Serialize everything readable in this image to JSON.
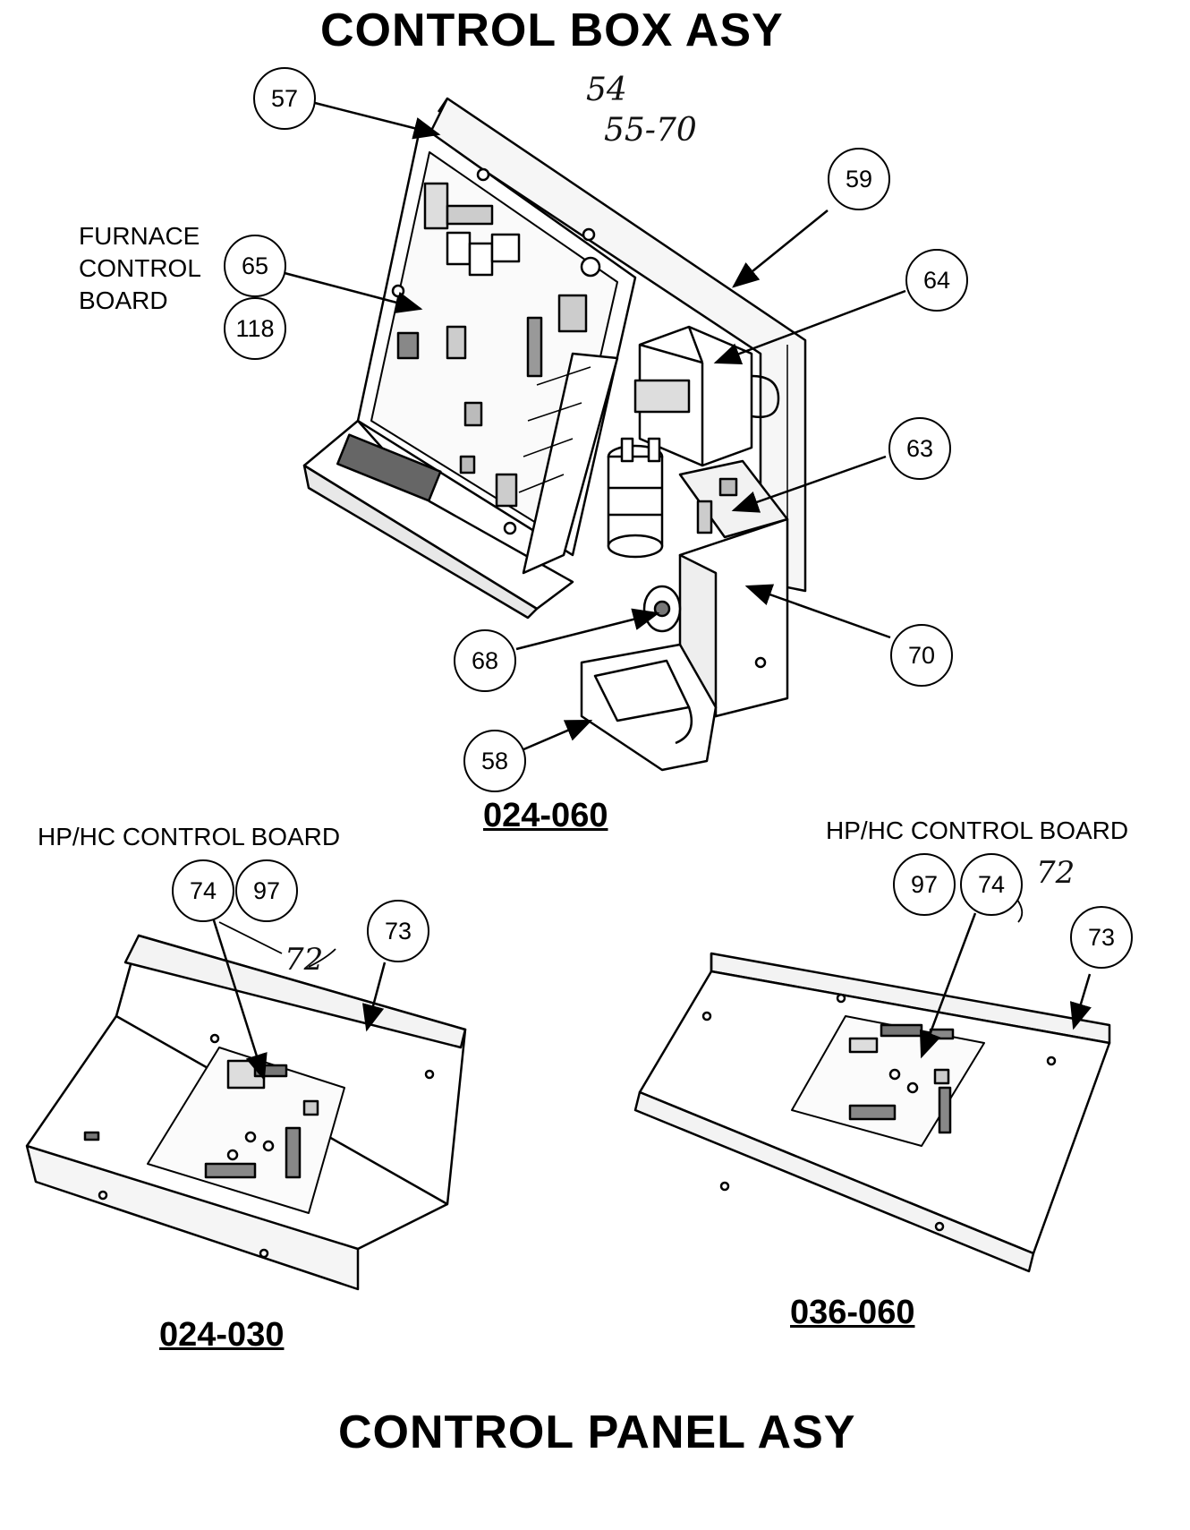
{
  "titles": {
    "top": "CONTROL BOX ASY",
    "bottom": "CONTROL PANEL ASY"
  },
  "labels": {
    "furnace_board": [
      "FURNACE",
      "CONTROL",
      "BOARD"
    ],
    "hp_board_left": "HP/HC CONTROL BOARD",
    "hp_board_right": "HP/HC CONTROL BOARD"
  },
  "models": {
    "control_box": "024-060",
    "panel_small": "024-030",
    "panel_large": "036-060"
  },
  "handwritten": {
    "top_line1": "54",
    "top_line2": "55-70",
    "left_72": "72",
    "right_72": "72"
  },
  "callouts": {
    "b57": "57",
    "b59": "59",
    "b64": "64",
    "b65": "65",
    "b118": "118",
    "b63": "63",
    "b68": "68",
    "b70": "70",
    "b58": "58",
    "l74": "74",
    "l97": "97",
    "l73": "73",
    "r97": "97",
    "r74": "74",
    "r73": "73"
  }
}
